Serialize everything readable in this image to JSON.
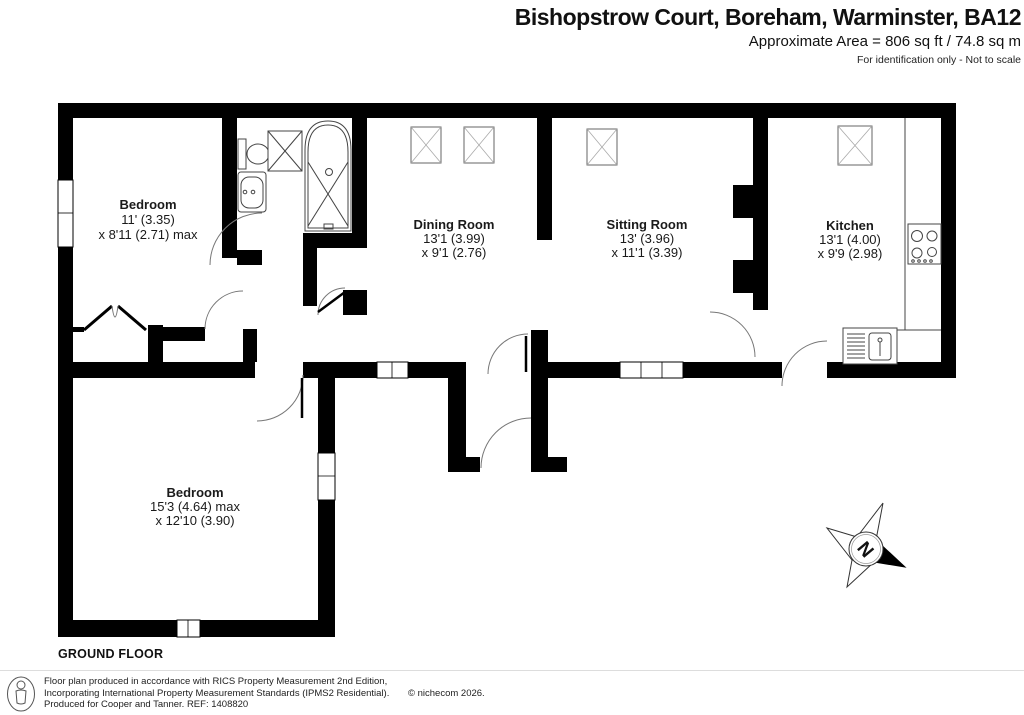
{
  "header": {
    "title": "Bishopstrow Court, Boreham, Warminster, BA12",
    "area": "Approximate Area = 806 sq ft / 74.8 sq m",
    "disclaimer": "For identification only - Not to scale"
  },
  "rooms": [
    {
      "name": "Bedroom",
      "dim1": "11' (3.35)",
      "dim2": "x 8'11 (2.71) max"
    },
    {
      "name": "Dining Room",
      "dim1": "13'1 (3.99)",
      "dim2": "x 9'1 (2.76)"
    },
    {
      "name": "Sitting Room",
      "dim1": "13' (3.96)",
      "dim2": "x 11'1 (3.39)"
    },
    {
      "name": "Kitchen",
      "dim1": "13'1 (4.00)",
      "dim2": "x 9'9 (2.98)"
    },
    {
      "name": "Bedroom",
      "dim1": "15'3 (4.64) max",
      "dim2": "x 12'10 (3.90)"
    }
  ],
  "floor_label": "GROUND FLOOR",
  "compass": {
    "north_label": "N"
  },
  "footer": {
    "line1": "Floor plan produced in accordance with RICS Property Measurement 2nd Edition,",
    "line2": "Incorporating International Property Measurement Standards (IPMS2 Residential).",
    "copyright": "© nichecom 2026.",
    "line3": "Produced for Cooper and Tanner.   REF:  1408820"
  },
  "colors": {
    "wall": "#000000",
    "background": "#ffffff",
    "text": "#111111"
  }
}
